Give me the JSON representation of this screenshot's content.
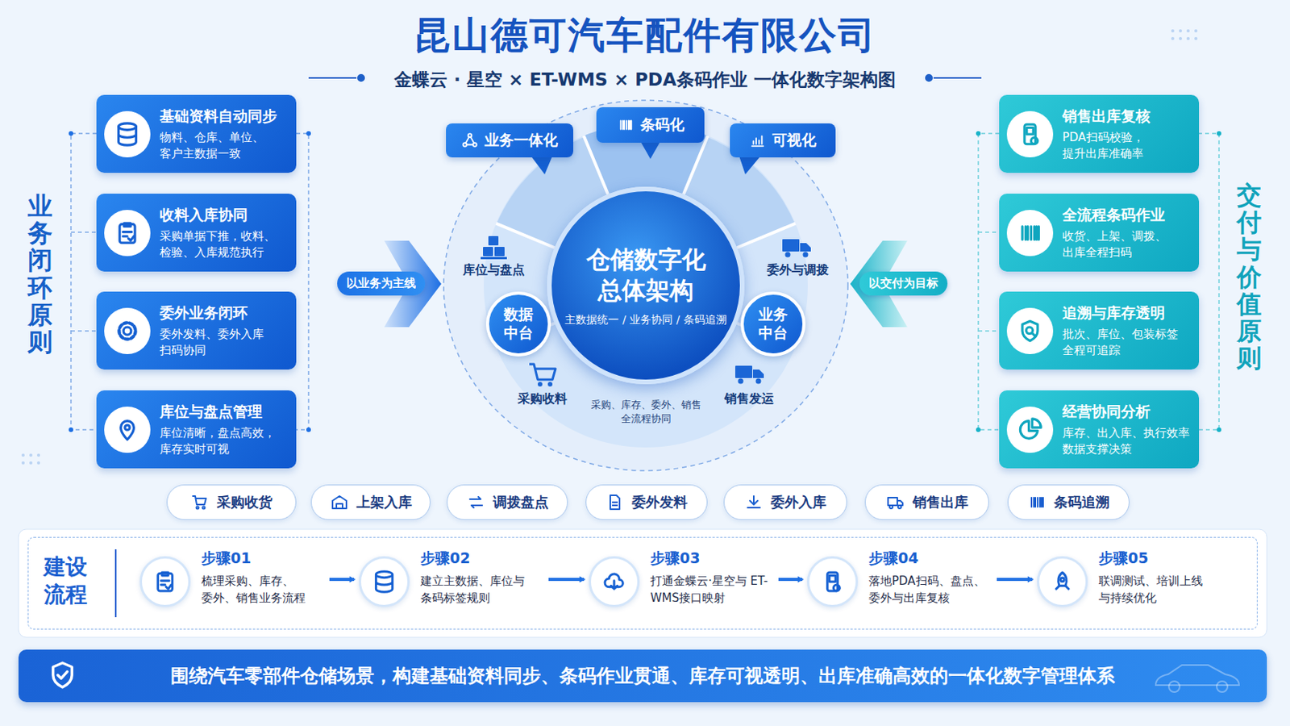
{
  "diagram": {
    "title": "昆山德可汽车配件有限公司",
    "nodes": [
      {
        "text": [
          "基础资料自动同步",
          "物料、仓库、单位、 客户主数据一致"
        ]
      },
      {
        "text": [
          "收料入库协同",
          "采购单据下推，收料、 检验、入库规范执行"
        ]
      },
      {
        "text": [
          "委外业务闭环",
          "委外发料、委外入库 扫码协同"
        ]
      },
      {
        "text": [
          "库位与盘点管理",
          "库位清晰，盘点高效， 库存实时可视"
        ]
      },
      {
        "text": [
          "以业务为主线"
        ]
      },
      {
        "text": [
          "业务一体化"
        ]
      },
      {
        "text": [
          "条码化"
        ]
      },
      {
        "text": [
          "可视化"
        ]
      },
      {
        "text": [
          "仓储数字化 总体架构",
          "主数据统一 / 业务协同 / 条码追溯"
        ]
      },
      {
        "text": [
          "数据 中台"
        ]
      },
      {
        "text": [
          "业务 中台"
        ]
      },
      {
        "text": [
          "以交付为目标"
        ]
      },
      {
        "text": [
          "销售出库复核",
          "PDA扫码校验， 提升出库准确率"
        ]
      },
      {
        "text": [
          "全流程条码作业",
          "收货、上架、调拨、 出库全程扫码"
        ]
      },
      {
        "text": [
          "追溯与库存透明",
          "批次、库位、包装标签 全程可追踪"
        ]
      },
      {
        "text": [
          "经营协同分析",
          "库存、出入库、执行效率 数据支撑决策"
        ]
      },
      {
        "text": [
          "采购收货"
        ]
      },
      {
        "text": [
          "上架入库"
        ]
      },
      {
        "text": [
          "调拨盘点"
        ]
      },
      {
        "text": [
          "委外发料"
        ]
      },
      {
        "text": [
          "委外入库"
        ]
      },
      {
        "text": [
          "销售出库"
        ]
      },
      {
        "text": [
          "条码追溯"
        ]
      },
      {
        "text": [
          "建设 流程"
        ]
      },
      {
        "text": [
          "步骤01",
          "梳理采购、库存、 委外、销售业务流程"
        ],
        "in": 23
      },
      {
        "text": [
          "步骤02",
          "建立主数据、库位与 条码标签规则"
        ],
        "in": 23
      },
      {
        "text": [
          "步骤03",
          "打通金蝶云·星空与 ET-WMS接口映射"
        ],
        "in": 23
      },
      {
        "text": [
          "步骤04",
          "落地PDA扫码、盘点、 委外与出库复核"
        ],
        "in": 23
      },
      {
        "text": [
          "步骤05",
          "联调测试、培训上线 与持续优化"
        ],
        "in": 23
      },
      {
        "text": [
          "围绕汽车零部件仓储场景，构建基础资料同步、条码作业贯通、库存可视透明、出库准确高效的一体化数字管理体系"
        ]
      }
    ],
    "edges": [
      {
        "from": 24,
        "to": 25,
        "arrow": "to"
      },
      {
        "from": 25,
        "to": 26,
        "arrow": "to"
      },
      {
        "from": 26,
        "to": 27,
        "arrow": "to"
      },
      {
        "from": 27,
        "to": 28,
        "arrow": "to"
      }
    ],
    "labels": [
      "金蝶云 · 星空 × ET-WMS × PDA条码作业 一体化数字架构图",
      "业务闭环原则",
      "交付与价值原则",
      "库位与盘点",
      "委外与调拨",
      "采购收料",
      "销售发运",
      "采购、库存、委外、销售 全流程协同"
    ]
  }
}
